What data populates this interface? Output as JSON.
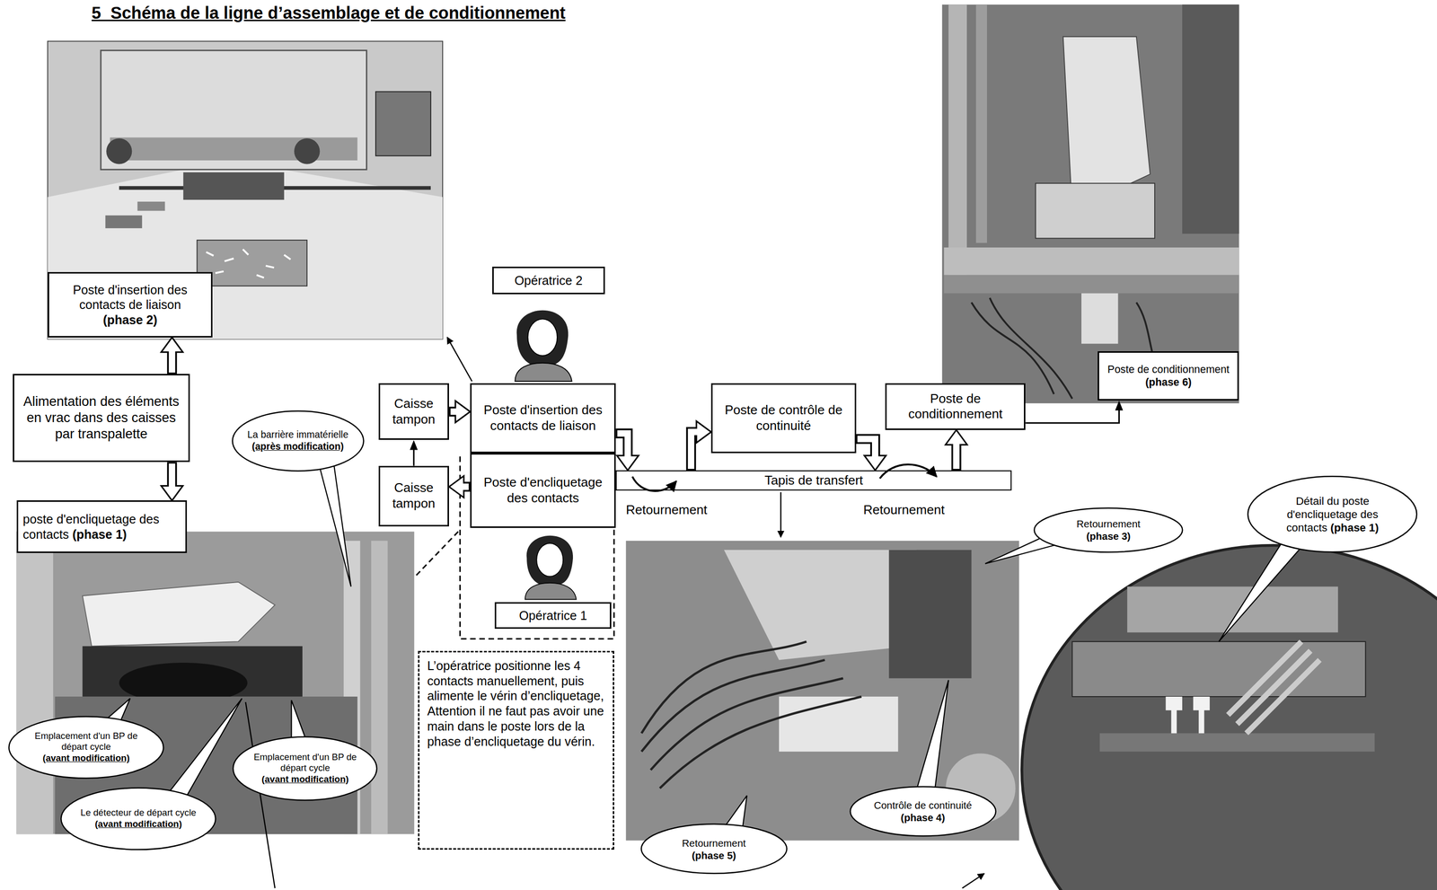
{
  "diagram": {
    "title": "5  Schéma de la ligne d’assemblage et de conditionnement",
    "nodes": [
      {
        "text": [
          "Poste d'insertion des contacts de liaison",
          "(phase 2)"
        ]
      },
      {
        "text": [
          "Opératrice 2"
        ]
      },
      {
        "text": [
          "Alimentation des éléments en vrac dans des caisses par transpalette"
        ]
      },
      {
        "text": [
          "La barrière immatérielle",
          "(après modification)"
        ]
      },
      {
        "text": [
          "Caisse tampon"
        ]
      },
      {
        "text": [
          "Poste d'insertion des contacts de liaison"
        ]
      },
      {
        "text": [
          "Poste de contrôle de continuité"
        ]
      },
      {
        "text": [
          "Poste de conditionnement"
        ]
      },
      {
        "text": [
          "Poste de conditionnement",
          "(phase 6)"
        ]
      },
      {
        "text": [
          "Caisse tampon"
        ]
      },
      {
        "text": [
          "Poste d'encliquetage des contacts"
        ]
      },
      {
        "text": [
          "Tapis de transfert"
        ]
      },
      {
        "text": [
          "poste d'encliquetage des contacts",
          "(phase 1)"
        ]
      },
      {
        "text": [
          "Opératrice 1"
        ]
      },
      {
        "text": [
          "L’opératrice positionne les 4 contacts manuellement, puis alimente le vérin d’encliquetage, Attention il ne faut pas avoir une main dans le poste lors de la phase d’encliquetage du vérin."
        ]
      },
      {
        "text": [
          "Retournement",
          "(phase 3)"
        ]
      },
      {
        "text": [
          "Détail du poste d'encliquetage des contacts",
          "(phase 1)"
        ]
      },
      {
        "text": [
          "Emplacement d'un BP de départ cycle",
          "(avant modification)"
        ]
      },
      {
        "text": [
          "Emplacement d'un BP de départ cycle",
          "(avant modification)"
        ]
      },
      {
        "text": [
          "Le détecteur de départ cycle",
          "(avant modification)"
        ]
      },
      {
        "text": [
          "Contrôle de continuité",
          "(phase 4)"
        ]
      },
      {
        "text": [
          "Retournement",
          "(phase 5)"
        ]
      }
    ],
    "edges": [
      {
        "from": 2,
        "to": 0,
        "arrow": "to"
      },
      {
        "from": 2,
        "to": 12,
        "arrow": "to"
      },
      {
        "from": 4,
        "to": 5,
        "arrow": "to"
      },
      {
        "from": 9,
        "to": 4,
        "arrow": "to"
      },
      {
        "from": 10,
        "to": 9,
        "arrow": "to"
      },
      {
        "from": 5,
        "to": 11,
        "arrow": "to"
      },
      {
        "from": 11,
        "to": 6,
        "arrow": "to"
      },
      {
        "from": 6,
        "to": 11,
        "arrow": "to"
      },
      {
        "from": 11,
        "to": 7,
        "arrow": "to"
      },
      {
        "from": 7,
        "to": 8,
        "arrow": "to"
      }
    ],
    "labels": [
      "Retournement",
      "Retournement"
    ]
  }
}
